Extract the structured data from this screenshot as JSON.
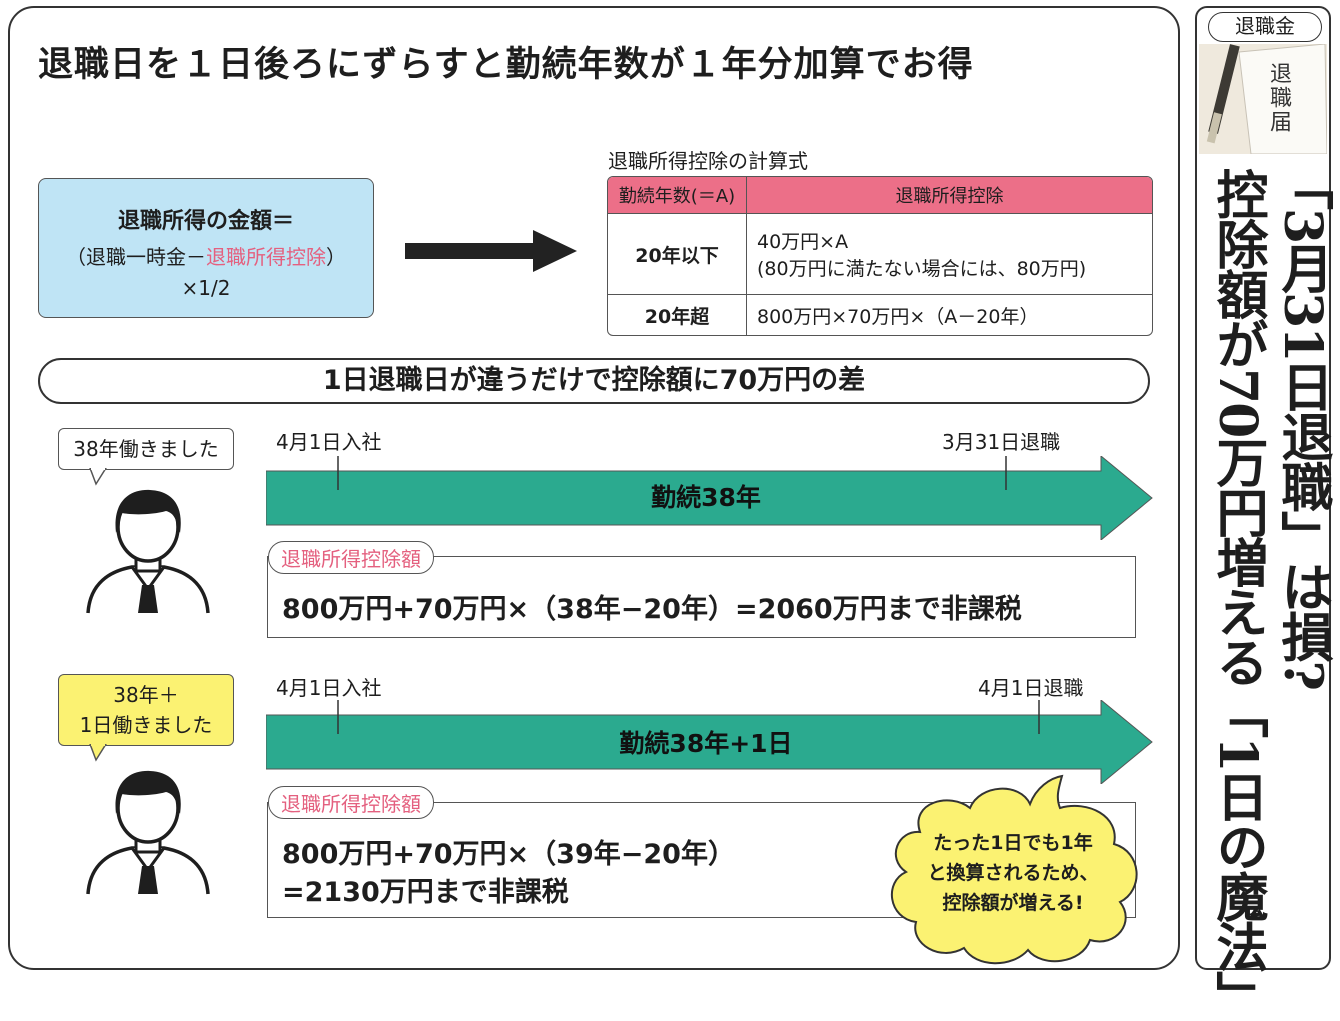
{
  "title": "退職日を１日後ろにずらすと勤続年数が１年分加算でお得",
  "formula": {
    "line1": "退職所得の金額＝",
    "line2_prefix": "（退職一時金－",
    "line2_highlight": "退職所得控除",
    "line2_suffix": "）",
    "line3": "×1/2"
  },
  "deduction_table": {
    "caption": "退職所得控除の計算式",
    "headers": [
      "勤続年数(＝A)",
      "退職所得控除"
    ],
    "rows": [
      {
        "years": "20年以下",
        "line1": "40万円×A",
        "line2": "(80万円に満たない場合には、80万円)"
      },
      {
        "years": "20年超",
        "line1": "800万円×70万円×（A－20年）",
        "line2": ""
      }
    ]
  },
  "section_title": "1日退職日が違うだけで控除額に70万円の差",
  "case1": {
    "bubble": "38年働きました",
    "start_label": "4月1日入社",
    "end_label": "3月31日退職",
    "arrow_label": "勤続38年",
    "tag": "退職所得控除額",
    "result_line1": "800万円+70万円×（38年−20年）=2060万円まで非課税"
  },
  "case2": {
    "bubble_line1": "38年＋",
    "bubble_line2": "1日働きました",
    "start_label": "4月1日入社",
    "end_label": "4月1日退職",
    "arrow_label": "勤続38年+1日",
    "tag": "退職所得控除額",
    "result_line1": "800万円+70万円×（39年−20年）",
    "result_line2": "=2130万円まで非課税",
    "callout_line1": "たった1日でも1年",
    "callout_line2": "と換算されるため、",
    "callout_line3": "控除額が増える!"
  },
  "sidebar": {
    "tag": "退職金",
    "photo_text": "退職届",
    "headline_line1": "「3月31日退職」は損?",
    "headline_line2": "控除額が70万円増える「1日の魔法」"
  },
  "colors": {
    "formula_bg": "#bfe4f5",
    "accent_pink": "#e4607f",
    "table_header": "#ec6f88",
    "arrow_teal": "#2baa8f",
    "yellow": "#fbf272"
  }
}
